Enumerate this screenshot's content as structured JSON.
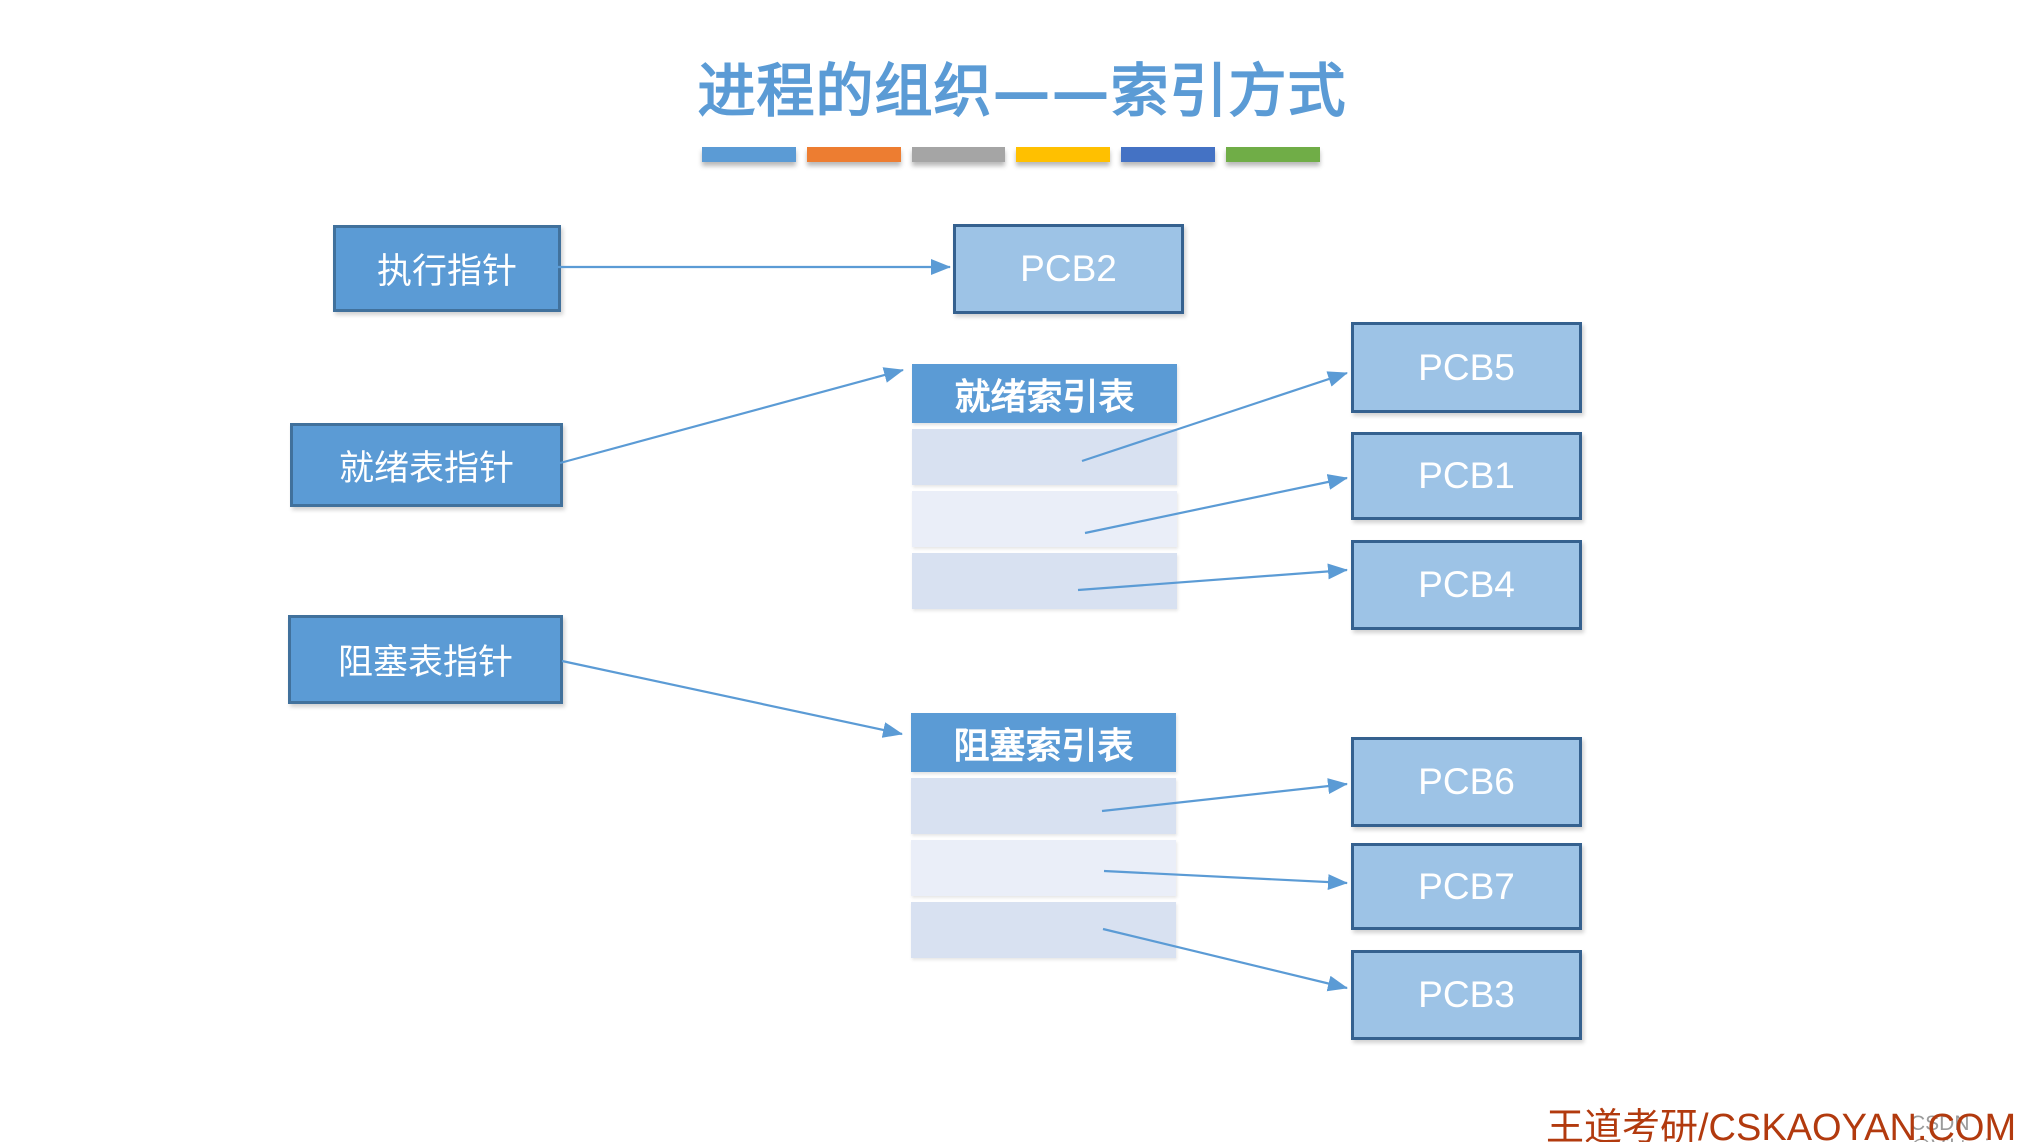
{
  "title": "进程的组织——索引方式",
  "accent_bars": [
    "#5B9BD5",
    "#ED7D31",
    "#A5A5A5",
    "#FFC000",
    "#4472C4",
    "#70AD47"
  ],
  "pointers": {
    "exec": "执行指针",
    "ready": "就绪表指针",
    "blocked": "阻塞表指针"
  },
  "pcbs": {
    "pcb2": "PCB2",
    "pcb5": "PCB5",
    "pcb1": "PCB1",
    "pcb4": "PCB4",
    "pcb6": "PCB6",
    "pcb7": "PCB7",
    "pcb3": "PCB3"
  },
  "tables": {
    "ready": {
      "header": "就绪索引表",
      "rows": 3
    },
    "blocked": {
      "header": "阻塞索引表",
      "rows": 3
    }
  },
  "connections": [
    {
      "from": "执行指针",
      "to": "PCB2"
    },
    {
      "from": "就绪表指针",
      "to": "就绪索引表"
    },
    {
      "from": "就绪索引表-行1",
      "to": "PCB5"
    },
    {
      "from": "就绪索引表-行2",
      "to": "PCB1"
    },
    {
      "from": "就绪索引表-行3",
      "to": "PCB4"
    },
    {
      "from": "阻塞表指针",
      "to": "阻塞索引表"
    },
    {
      "from": "阻塞索引表-行1",
      "to": "PCB6"
    },
    {
      "from": "阻塞索引表-行2",
      "to": "PCB7"
    },
    {
      "from": "阻塞索引表-行3",
      "to": "PCB3"
    }
  ],
  "watermark": {
    "brand": "王道考研/CSKAOYAN.COM",
    "overlay": "CSDN @Viktoriae"
  },
  "colors": {
    "title": "#5B9BD5",
    "pointer_fill": "#5B9BD5",
    "pointer_border": "#41719C",
    "pcb_fill": "#9DC3E6",
    "pcb_border": "#35618F",
    "table_header_fill": "#5B9BD5",
    "table_row_dark": "#D8E1F1",
    "table_row_light": "#EAEEF8",
    "arrow": "#5B9BD5",
    "brand_text": "#B23A0E",
    "overlay_text": "#9B9B9B"
  }
}
